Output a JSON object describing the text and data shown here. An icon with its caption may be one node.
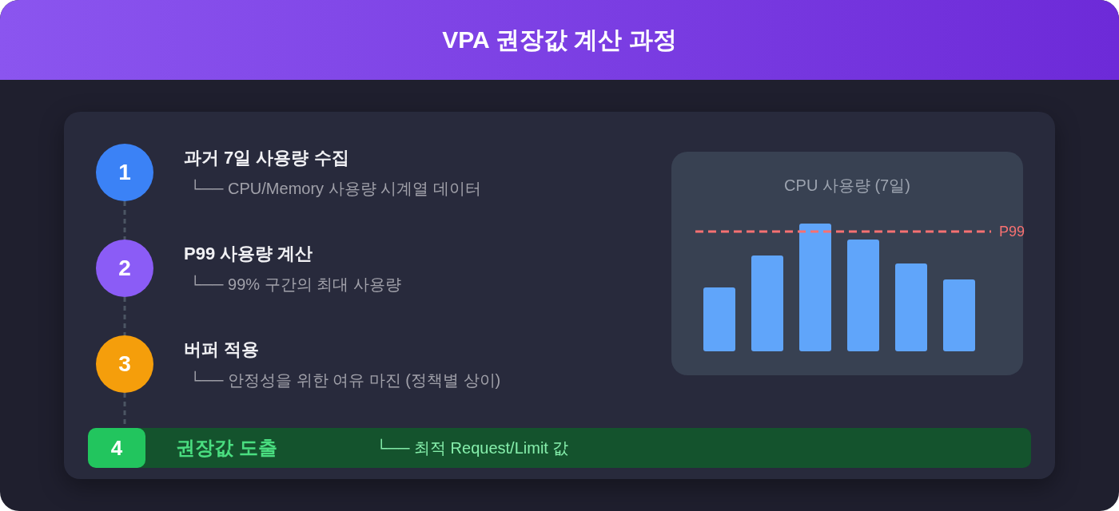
{
  "diagram": {
    "title": "VPA 권장값 계산 과정",
    "nodes": [
      {
        "text": [
          "1"
        ],
        "beside": [
          "과거 7일 사용량 수집",
          "└── CPU/Memory 사용량 시계열 데이터"
        ]
      },
      {
        "text": [
          "2"
        ],
        "beside": [
          "P99 사용량 계산",
          "└── 99% 구간의 최대 사용량"
        ]
      },
      {
        "text": [
          "3"
        ],
        "beside": [
          "버퍼 적용",
          "└── 안정성을 위한 여유 마진 (정책별 상이)"
        ]
      },
      {
        "text": [
          "권장값 도출",
          "└── 최적 Request/Limit 값"
        ]
      },
      {
        "text": [
          "4"
        ],
        "in": 3
      },
      {
        "text": [
          "CPU 사용량 (7일)",
          "P99"
        ]
      }
    ],
    "edges": [
      {
        "from": 0,
        "to": 1,
        "arrow": "none",
        "style": "dashed"
      },
      {
        "from": 1,
        "to": 2,
        "arrow": "none",
        "style": "dashed"
      },
      {
        "from": 2,
        "to": 4,
        "arrow": "none",
        "style": "dashed"
      }
    ]
  }
}
